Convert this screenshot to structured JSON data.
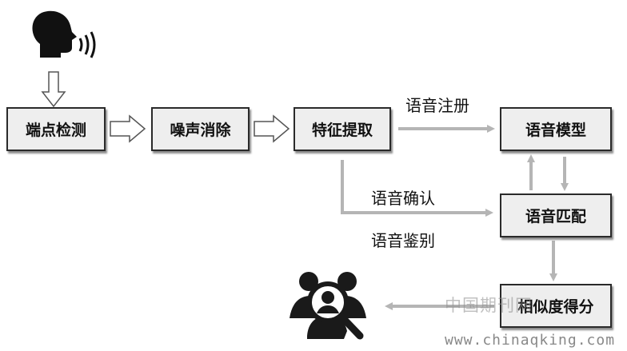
{
  "diagram": {
    "nodes": {
      "endpoint_detection": "端点检测",
      "noise_removal": "噪声消除",
      "feature_extraction": "特征提取",
      "speech_model": "语音模型",
      "speech_matching": "语音匹配",
      "similarity_score": "相似度得分"
    },
    "edge_labels": {
      "registration": "语音注册",
      "confirmation": "语音确认",
      "identification": "语音鉴别"
    },
    "icons": [
      "speaking-head-icon",
      "user-search-icon"
    ]
  },
  "watermark": {
    "site_cn": "中国期刊网",
    "url": "www.chinaqking.com"
  }
}
